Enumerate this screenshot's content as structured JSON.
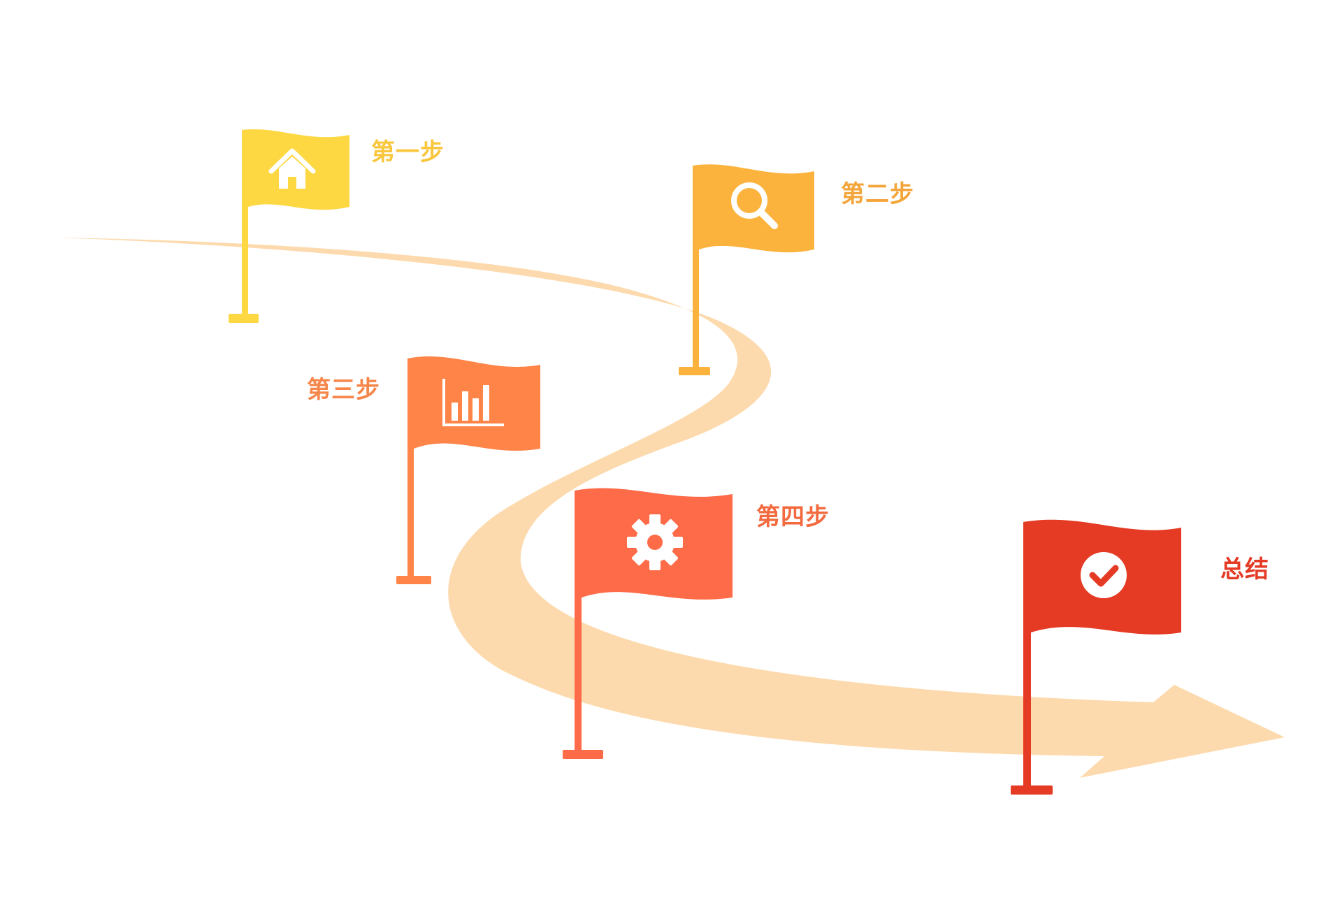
{
  "diagram": {
    "path_color": "#FDDAAD",
    "steps": [
      {
        "id": "step-1",
        "label": "第一步",
        "icon": "home-icon",
        "color": "#FDD843",
        "label_color": "#F9C63C"
      },
      {
        "id": "step-2",
        "label": "第二步",
        "icon": "search-icon",
        "color": "#FBB33D",
        "label_color": "#F4A53A"
      },
      {
        "id": "step-3",
        "label": "第三步",
        "icon": "bar-chart-icon",
        "color": "#FE8448",
        "label_color": "#F6864A"
      },
      {
        "id": "step-4",
        "label": "第四步",
        "icon": "gear-icon",
        "color": "#FE6B48",
        "label_color": "#F26A3E"
      },
      {
        "id": "summary",
        "label": "总结",
        "icon": "check-icon",
        "color": "#E53A24",
        "label_color": "#E53A24"
      }
    ]
  }
}
